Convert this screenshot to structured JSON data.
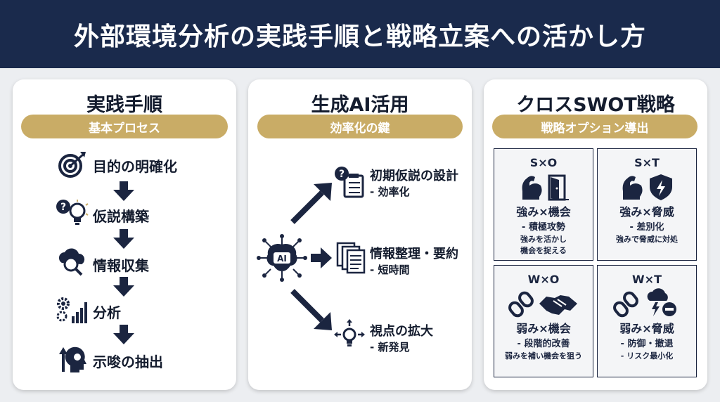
{
  "header": {
    "title": "外部環境分析の実践手順と戦略立案への活かし方"
  },
  "col1": {
    "title": "実践手順",
    "pill": "基本プロセス",
    "steps": [
      {
        "label": "目的の明確化",
        "icon": "target-icon"
      },
      {
        "label": "仮説構築",
        "icon": "question-bulb-icon"
      },
      {
        "label": "情報収集",
        "icon": "cloud-search-icon"
      },
      {
        "label": "分析",
        "icon": "gears-chart-icon"
      },
      {
        "label": "示唆の抽出",
        "icon": "head-insight-icon"
      }
    ]
  },
  "col2": {
    "title": "生成AI活用",
    "pill": "効率化の鍵",
    "center_icon_text": "AI",
    "items": [
      {
        "title": "初期仮説の設計",
        "sub": "- 効率化",
        "icon": "question-clipboard-icon"
      },
      {
        "title": "情報整理・要約",
        "sub": "- 短時間",
        "icon": "documents-icon"
      },
      {
        "title": "視点の拡大",
        "sub": "- 新発見",
        "icon": "bulb-arrows-icon"
      }
    ]
  },
  "col3": {
    "title": "クロスSWOT戦略",
    "pill": "戦略オプション導出",
    "quads": [
      {
        "head": "S×O",
        "title": "強み×機会",
        "sub": "- 積極攻勢",
        "note1": "強みを活かし",
        "note2": "機会を捉える"
      },
      {
        "head": "S×T",
        "title": "強み×脅威",
        "sub": "- 差別化",
        "note1": "強みで脅威に対処",
        "note2": ""
      },
      {
        "head": "W×O",
        "title": "弱み×機会",
        "sub": "- 段階的改善",
        "note1": "弱みを補い機会を狙う",
        "note2": ""
      },
      {
        "head": "W×T",
        "title": "弱み×脅威",
        "sub": "- 防御・撤退",
        "note1": "",
        "note2": "- リスク最小化"
      }
    ]
  },
  "colors": {
    "navy": "#1a2a4c",
    "gold": "#c9ac66",
    "background": "#eceef1"
  }
}
